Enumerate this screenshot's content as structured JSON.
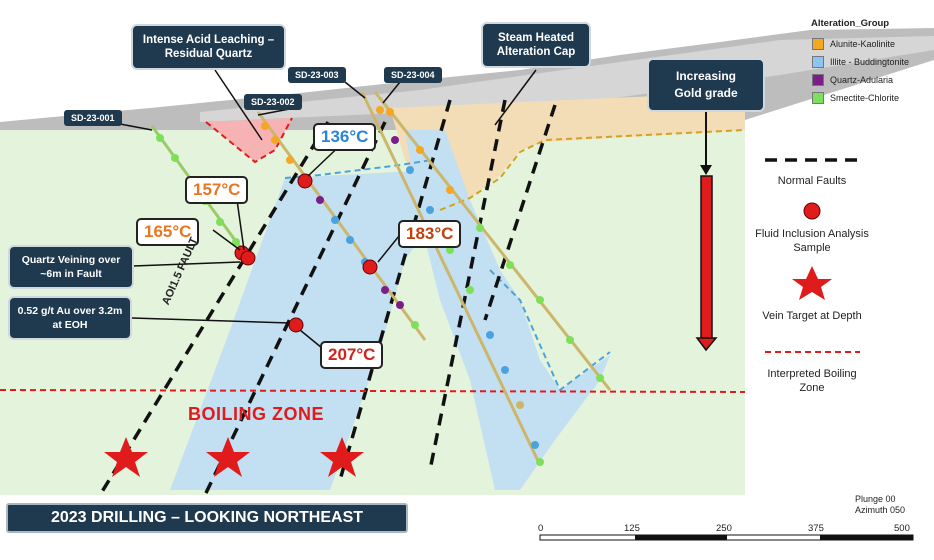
{
  "title": "2023 DRILLING – LOOKING NORTHEAST",
  "callouts": {
    "acid_leaching": "Intense Acid Leaching – Residual Quartz",
    "steam_heated": "Steam Heated Alteration Cap",
    "increasing_gold": "Increasing Gold grade",
    "quartz_veining": "Quartz Veining over ~6m in Fault",
    "au_eoh": "0.52 g/t Au over 3.2m at EOH"
  },
  "drill_holes": [
    "SD-23-001",
    "SD-23-002",
    "SD-23-003",
    "SD-23-004"
  ],
  "temperatures": [
    {
      "label": "157°C",
      "color": "#e87722"
    },
    {
      "label": "165°C",
      "color": "#e87722"
    },
    {
      "label": "136°C",
      "color": "#2b84d8"
    },
    {
      "label": "183°C",
      "color": "#c2410c"
    },
    {
      "label": "207°C",
      "color": "#d0241d"
    }
  ],
  "fault_label": "AOI1.5 FAULT",
  "boiling_zone": "BOILING ZONE",
  "legend": {
    "title": "Alteration_Group",
    "items": [
      {
        "label": "Alunite-Kaolinite",
        "color": "#f5a623"
      },
      {
        "label": "Illite - Buddingtonite",
        "color": "#8fc3f2"
      },
      {
        "label": "Quartz-Adularia",
        "color": "#7a1f8a"
      },
      {
        "label": "Smectite-Chlorite",
        "color": "#7ee05a"
      }
    ]
  },
  "key": {
    "normal_faults": "Normal Faults",
    "fluid_inclusion": "Fluid Inclusion Analysis Sample",
    "vein_target": "Vein Target at Depth",
    "boiling": "Interpreted Boiling Zone"
  },
  "orientation": {
    "plunge": "Plunge 00",
    "azimuth": "Azimuth 050"
  },
  "scale": [
    "0",
    "125",
    "250",
    "375",
    "500"
  ]
}
